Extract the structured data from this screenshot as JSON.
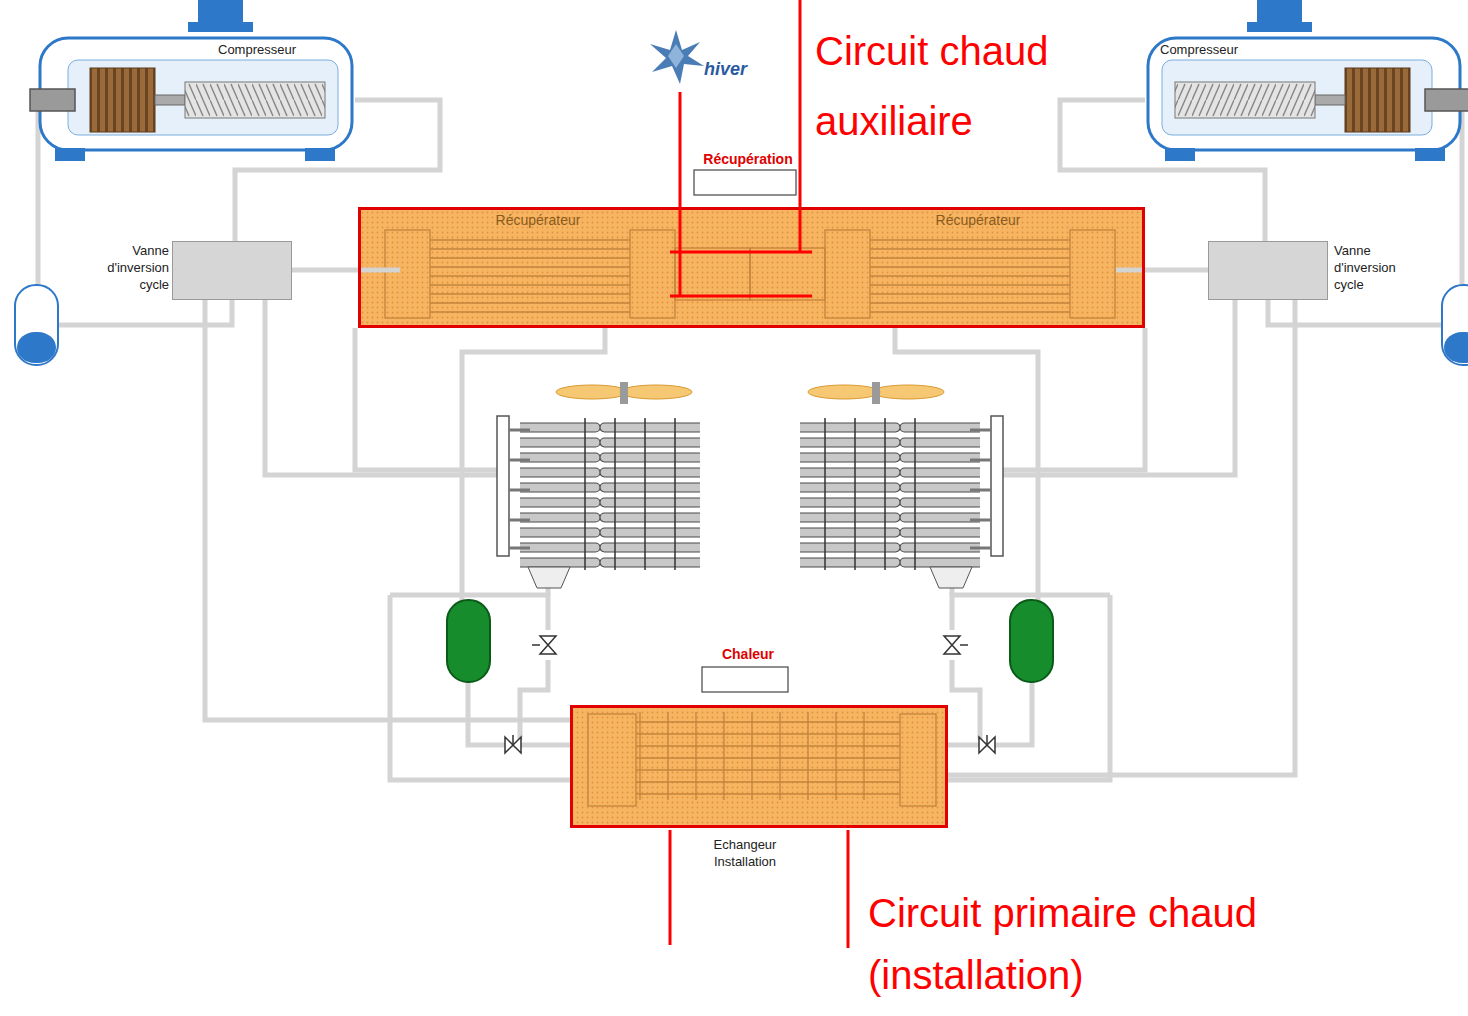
{
  "diagram": {
    "nodes": [
      {
        "text": [
          "Compresseur"
        ]
      },
      {
        "text": [
          "Compresseur"
        ]
      },
      {
        "text": [
          "Vanne d'inversion cycle"
        ]
      },
      {
        "text": [
          "Récupération"
        ]
      },
      {
        "text": [
          "Récupérateur"
        ],
        "in": 3
      },
      {
        "text": [
          "Récupérateur"
        ],
        "in": 3
      },
      {
        "text": [
          "Vanne d'inversion cycle"
        ]
      },
      {
        "text": [
          "Chaleur",
          "Echangeur Installation"
        ]
      }
    ],
    "edges": [
      {
        "from": 0,
        "to": 2,
        "arrow": "none"
      },
      {
        "from": 2,
        "to": 4,
        "arrow": "none"
      },
      {
        "from": 2,
        "to": 7,
        "arrow": "none"
      },
      {
        "from": 1,
        "to": 6,
        "arrow": "none"
      },
      {
        "from": 6,
        "to": 5,
        "arrow": "none"
      },
      {
        "from": 6,
        "to": 7,
        "arrow": "none"
      }
    ],
    "labels": [
      "hiver",
      "Circuit chaud auxiliaire",
      "Circuit primaire chaud (installation)"
    ]
  }
}
